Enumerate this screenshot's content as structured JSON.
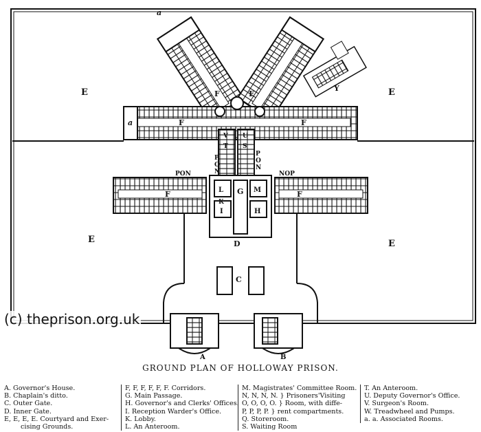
{
  "watermark": "(c) theprison.org.uk",
  "title": "GROUND PLAN OF HOLLOWAY PRISON.",
  "plan_labels": {
    "a_top": "a",
    "a_left": "a",
    "E_nw": "E",
    "E_ne": "E",
    "E_sw": "E",
    "E_se": "E",
    "F_wing_l": "F",
    "F_wing_r": "F",
    "F_main_l": "F",
    "F_main_r": "F",
    "F_side_l": "F",
    "F_side_r": "F",
    "Y": "Y",
    "V": "V",
    "T": "T",
    "P_l": "P",
    "O_l": "O",
    "N_l": "N",
    "U": "U",
    "S": "S",
    "P_r": "P",
    "O_r": "O",
    "N_r": "N",
    "PON": "PON",
    "NOP": "NOP",
    "L": "L",
    "G": "G",
    "M": "M",
    "K": "K",
    "I": "I",
    "H": "H",
    "D": "D",
    "C": "C",
    "A": "A",
    "B": "B"
  },
  "legend": {
    "col1": [
      "A. Governor's House.",
      "B. Chaplain's ditto.",
      "C. Outer Gate.",
      "D. Inner Gate.",
      "E, E, E, E. Courtyard and Exer-",
      "cising Grounds."
    ],
    "col2": [
      "F, F, F, F, F, F. Corridors.",
      "G. Main Passage.",
      "H. Governor's and Clerks' Offices.",
      "I. Reception Warder's Office.",
      "K. Lobby.",
      "L. An Anteroom."
    ],
    "col3": [
      "M. Magistrates' Committee Room.",
      "N, N, N, N. } Prisoners'Visiting",
      "O, O, O, O. } Room, with diffe-",
      "P, P, P, P. } rent compartments.",
      "Q. Storeroom.",
      "S. Waiting Room"
    ],
    "col4": [
      "T. An Anteroom.",
      "U. Deputy Governor's Office.",
      "V. Surgeon's Room.",
      "W. Treadwheel and Pumps.",
      "a. a. Associated Rooms."
    ]
  }
}
